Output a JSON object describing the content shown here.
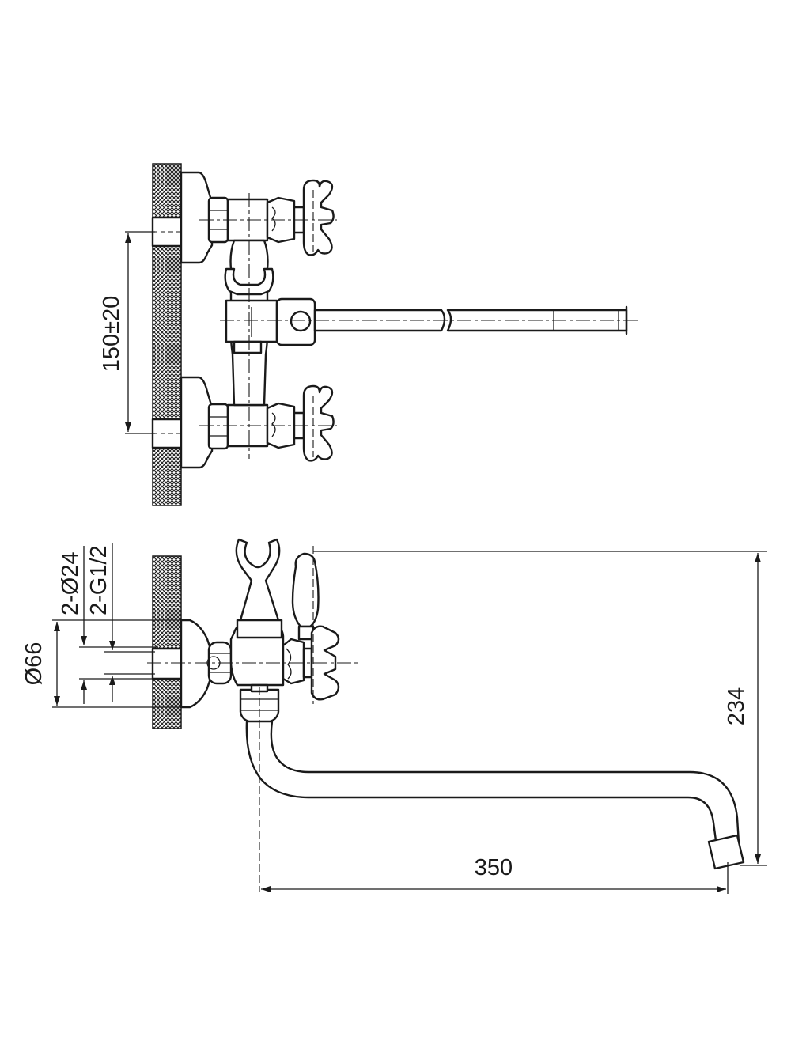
{
  "drawing": {
    "dimensions": {
      "inlet_spacing": "150±20",
      "flange_diameter": "Ø66",
      "pipe_diameter": "2-Ø24",
      "thread": "2-G1/2",
      "height": "234",
      "spout_reach": "350"
    },
    "colors": {
      "line": "#1a1a1a",
      "background": "#ffffff"
    }
  }
}
